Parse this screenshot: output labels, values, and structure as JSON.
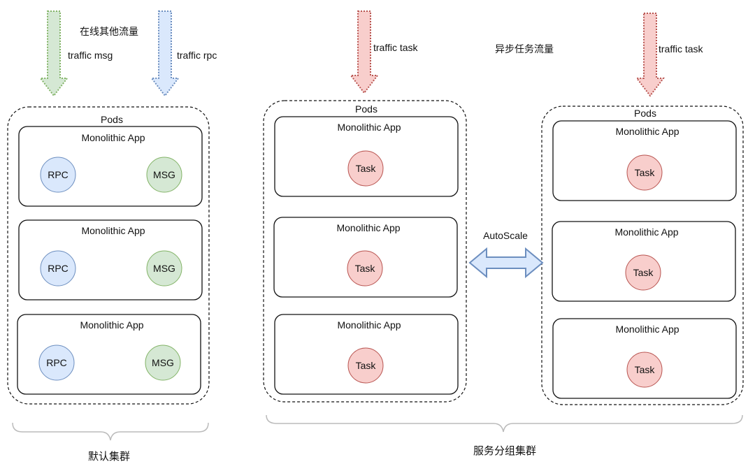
{
  "labels": {
    "online_traffic": "在线其他流量",
    "async_traffic": "异步任务流量",
    "traffic_msg": "traffic msg",
    "traffic_rpc": "traffic rpc",
    "traffic_task": "traffic task",
    "pods": "Pods",
    "app": "Monolithic App",
    "rpc": "RPC",
    "msg": "MSG",
    "task": "Task",
    "autoscale": "AutoScale",
    "default_cluster": "默认集群",
    "service_cluster": "服务分组集群"
  },
  "colors": {
    "green_fill": "#d5e8d4",
    "green_stroke": "#82b366",
    "blue_fill": "#dae8fc",
    "blue_stroke": "#6c8ebf",
    "red_fill": "#f8cecc",
    "red_stroke": "#b85450"
  }
}
